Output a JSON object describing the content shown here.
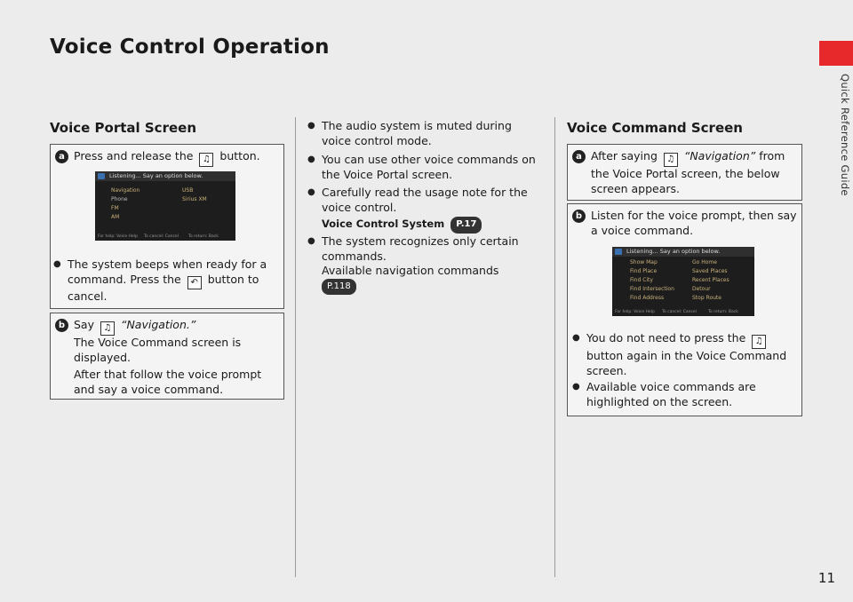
{
  "page": {
    "title": "Voice Control Operation",
    "side_label": "Quick Reference Guide",
    "number": "11"
  },
  "left": {
    "heading": "Voice Portal Screen",
    "step1": {
      "num": "a",
      "text_before": "Press and release the",
      "text_after": "button."
    },
    "screen": {
      "header": "Listening... Say an option below.",
      "items_left": [
        "Navigation",
        "Phone",
        "FM",
        "AM"
      ],
      "items_right": [
        "USB",
        "Sirius XM"
      ],
      "footer": [
        "For help: Voice Help",
        "To cancel: Cancel",
        "To return: Back"
      ]
    },
    "bullet1_before": "The system beeps when ready for a command. Press the",
    "bullet1_after": "button to cancel.",
    "step2": {
      "num": "b",
      "say": "Say",
      "cmd": "“Navigation.”",
      "line2": "The Voice Command screen is displayed.",
      "line3": "After that follow the voice prompt and say a voice command."
    }
  },
  "middle": {
    "bullet1": "The audio system is muted during voice control mode.",
    "bullet2": "You can use other voice commands on the Voice Portal screen.",
    "bullet3": "Carefully read the usage note for the voice control.",
    "bullet3_ref_label": "Voice Control System",
    "bullet3_ref": "P.17",
    "bullet4_line1": "The system recognizes only certain commands.",
    "bullet4_line2": "Available navigation commands",
    "bullet4_ref": "P.118"
  },
  "right": {
    "heading": "Voice Command Screen",
    "step1": {
      "num": "a",
      "before": "After saying",
      "cmd": "“Navigation”",
      "after": "from the Voice Portal screen, the below screen appears."
    },
    "step2": {
      "num": "b",
      "text": "Listen for the voice prompt, then say a voice command."
    },
    "screen": {
      "header": "Listening... Say an option below.",
      "items_left": [
        "Show Map",
        "Find Place",
        "Find City",
        "Find Intersection",
        "Find Address"
      ],
      "items_right": [
        "Go Home",
        "Saved Places",
        "Recent Places",
        "Detour",
        "Stop Route"
      ],
      "footer": [
        "For help: Voice Help",
        "To cancel: Cancel",
        "To return: Back"
      ]
    },
    "bullet1_before": "You do not need to press the",
    "bullet1_after": "button again in the Voice Command screen.",
    "bullet2": "Available voice commands are highlighted on the screen."
  }
}
